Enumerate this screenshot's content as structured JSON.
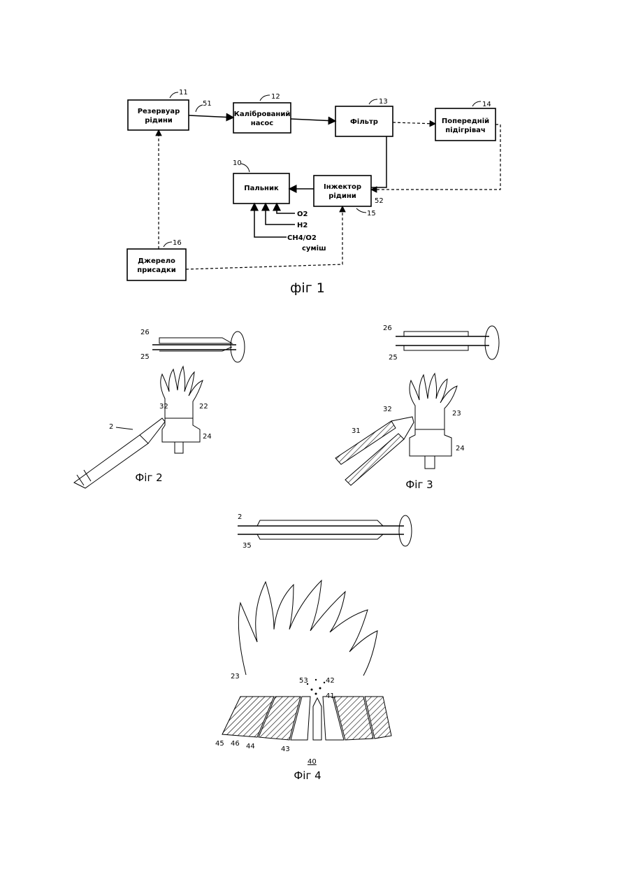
{
  "fig1": {
    "caption": "фіг 1",
    "boxes": {
      "reservoir": {
        "line1": "Резервуар",
        "line2": "рідини",
        "ref": "11"
      },
      "pump": {
        "line1": "Калібрований",
        "line2": "насос",
        "ref": "12"
      },
      "filter": {
        "line1": "Фільтр",
        "ref": "13"
      },
      "preheater": {
        "line1": "Попередній",
        "line2": "підігрівач",
        "ref": "14"
      },
      "burner": {
        "line1": "Пальник",
        "ref": "10"
      },
      "injector": {
        "line1": "Інжектор",
        "line2": "рідини",
        "ref": "15"
      },
      "dopant": {
        "line1": "Джерело",
        "line2": "присадки",
        "ref": "16"
      }
    },
    "refs": {
      "r51": "51",
      "r52": "52"
    },
    "gases": {
      "o2": "O2",
      "h2": "H2",
      "ch4": "CH4/O2",
      "mix": "суміш"
    }
  },
  "fig2": {
    "caption": "Фіг 2",
    "refs": {
      "r26": "26",
      "r25": "25",
      "r32": "32",
      "r22": "22",
      "r24": "24",
      "r2": "2"
    }
  },
  "fig3": {
    "caption": "Фіг 3",
    "refs": {
      "r26": "26",
      "r25": "25",
      "r32": "32",
      "r23": "23",
      "r24": "24",
      "r31": "31"
    }
  },
  "fig_mid": {
    "refs": {
      "r2": "2",
      "r35": "35"
    }
  },
  "fig4": {
    "caption": "Фіг 4",
    "refs": {
      "r23": "23",
      "r53": "53",
      "r42": "42",
      "r41": "41",
      "r45": "45",
      "r46": "46",
      "r44": "44",
      "r43": "43",
      "r40": "40"
    }
  }
}
